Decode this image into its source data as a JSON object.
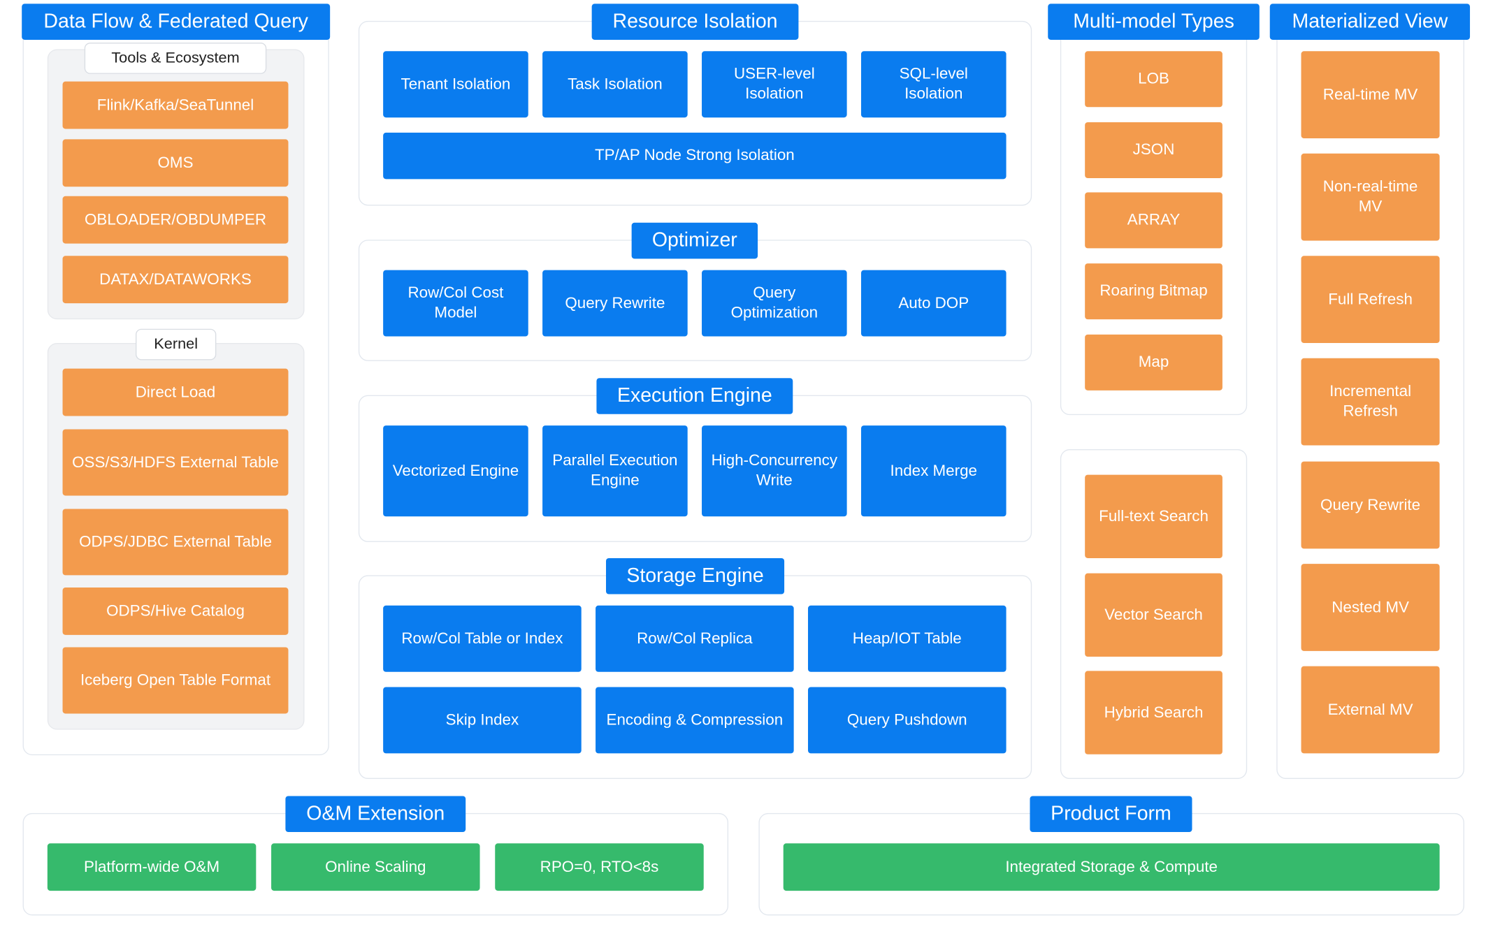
{
  "colors": {
    "title_blue": "#0a7cef",
    "feature_blue": "#0a7cef",
    "feature_orange": "#f39b4d",
    "feature_green": "#36ba6c",
    "panel_border": "#e2e7ee",
    "subpanel_bg": "#f2f3f5"
  },
  "data_flow": {
    "title": "Data Flow & Federated Query",
    "tools": {
      "title": "Tools & Ecosystem",
      "items": [
        "Flink/Kafka/SeaTunnel",
        "OMS",
        "OBLOADER/OBDUMPER",
        "DATAX/DATAWORKS"
      ]
    },
    "kernel": {
      "title": "Kernel",
      "items": [
        "Direct Load",
        "OSS/S3/HDFS External Table",
        "ODPS/JDBC External Table",
        "ODPS/Hive Catalog",
        "Iceberg Open Table Format"
      ]
    }
  },
  "resource_isolation": {
    "title": "Resource Isolation",
    "items": [
      "Tenant Isolation",
      "Task Isolation",
      "USER-level Isolation",
      "SQL-level Isolation"
    ],
    "wide_item": "TP/AP Node Strong Isolation"
  },
  "optimizer": {
    "title": "Optimizer",
    "items": [
      "Row/Col Cost Model",
      "Query Rewrite",
      "Query Optimization",
      "Auto DOP"
    ]
  },
  "execution_engine": {
    "title": "Execution Engine",
    "items": [
      "Vectorized Engine",
      "Parallel Execution Engine",
      "High-Concurrency Write",
      "Index Merge"
    ]
  },
  "storage_engine": {
    "title": "Storage Engine",
    "items": [
      "Row/Col Table or Index",
      "Row/Col Replica",
      "Heap/IOT Table",
      "Skip Index",
      "Encoding & Compression",
      "Query Pushdown"
    ]
  },
  "multi_model": {
    "title": "Multi-model Types",
    "types": [
      "LOB",
      "JSON",
      "ARRAY",
      "Roaring Bitmap",
      "Map"
    ],
    "search": [
      "Full-text Search",
      "Vector Search",
      "Hybrid Search"
    ]
  },
  "materialized_view": {
    "title": "Materialized View",
    "items": [
      "Real-time MV",
      "Non-real-time MV",
      "Full Refresh",
      "Incremental Refresh",
      "Query Rewrite",
      "Nested MV",
      "External MV"
    ]
  },
  "om_extension": {
    "title": "O&M Extension",
    "items": [
      "Platform-wide O&M",
      "Online Scaling",
      "RPO=0, RTO<8s"
    ]
  },
  "product_form": {
    "title": "Product Form",
    "items": [
      "Integrated Storage & Compute"
    ]
  }
}
